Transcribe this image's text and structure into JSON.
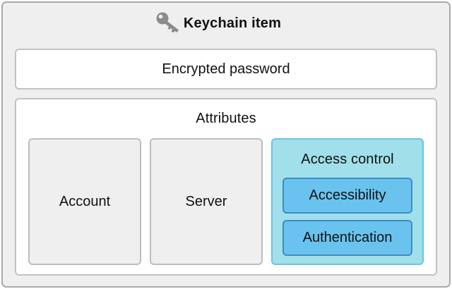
{
  "diagram": {
    "title": "Keychain item",
    "icon": "key-icon",
    "encrypted_password": "Encrypted password",
    "attributes": {
      "label": "Attributes",
      "account": "Account",
      "server": "Server",
      "access_control": {
        "label": "Access control",
        "accessibility": "Accessibility",
        "authentication": "Authentication"
      }
    },
    "colors": {
      "background": "#efefef",
      "access_control_fill": "#a1dfea",
      "access_control_border": "#6cc3e6",
      "subitem_fill": "#69c3ee",
      "subitem_border": "#3e8cc4"
    }
  }
}
